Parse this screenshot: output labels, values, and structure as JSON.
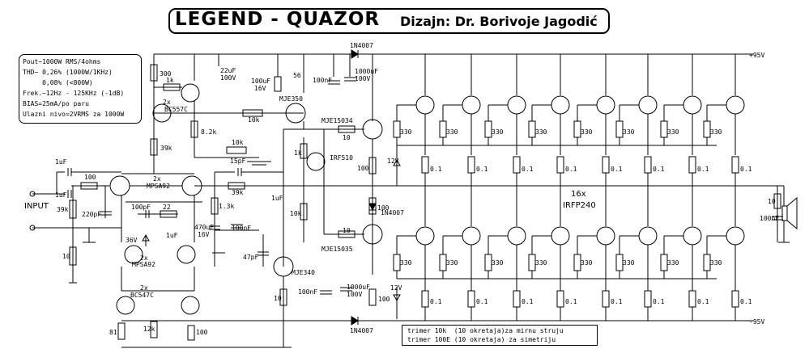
{
  "header": {
    "title": "LEGEND - QUAZOR",
    "designer": "Dizajn: Dr. Borivoje Jagodić"
  },
  "specs": [
    "Pout~1000W RMS/4ohms",
    "THD~ 0,26% (1000W/1KHz)",
    "     0,08% (<800W)",
    "Frek.~12Hz - 125KHz (-1dB)",
    "BIAS=25mA/po paru",
    "Ulazni nivo=2VRMS za 1000W"
  ],
  "notes": [
    "trimer 10k  (10 okretaja)za mirnu struju",
    "trimer 100E (10 okretaja) za simetriju"
  ],
  "rails": {
    "pos": "+95V",
    "neg": "-95V"
  },
  "labels": {
    "input": "INPUT",
    "output_stage": "16x",
    "output_part": "IRFP240",
    "q_inpair": "2x",
    "q_inpair_part": "MPSA92",
    "q_mirror": "2x",
    "q_mirror_part": "MPSA92",
    "q_ccs": "2x",
    "q_ccs_part": "BC557C",
    "q_bot": "2x",
    "q_bot_part": "BC547C",
    "q_vas_top": "MJE350",
    "q_vas_bot": "MJE340",
    "q_driver_top": "MJE15034",
    "q_driver_bot": "MJE15035",
    "q_bias": "IRF510",
    "d_top": "1N4007",
    "d_bot": "1N4007",
    "d_mid": "1N4007",
    "r_300": "300",
    "r_1k_a": "1k",
    "r_8k2": "8.2k",
    "r_39k_a": "39k",
    "r_10k_a": "10k",
    "r_10k_b": "10k",
    "r_56": "56",
    "c_22u": "22uF",
    "c_22u_v": "100V",
    "c_100u": "100uF",
    "c_100u_v": "16V",
    "c_100n_a": "100nF",
    "c_1000u_a": "1000uF",
    "c_1000u_a_v": "100V",
    "r_1k_b": "1k",
    "r_10_top": "10",
    "r_10_bot": "10",
    "r_100_a": "100",
    "r_100_b": "100",
    "r_100_c": "100",
    "z_12v_a": "12V",
    "z_12v_b": "12V",
    "c_15p": "15pF",
    "r_39k_b": "39k",
    "r_1k3": "1.3k",
    "c_470u": "470uF",
    "c_470u_v": "16V",
    "c_100n_b": "100nF",
    "c_1u_b": "1uF",
    "r_10k_c": "10k",
    "c_47p": "47pF",
    "c_1u_in1": "1uF",
    "c_1u_in2": "1uF",
    "r_100_in": "100",
    "r_39k_in": "39k",
    "c_220p": "220pF",
    "c_100p": "100pF",
    "r_22": "22",
    "z_36v": "36V",
    "c_1u_z": "1uF",
    "r_10_in": "10",
    "r_81": "81",
    "r_12k": "12k",
    "r_100_trim": "100",
    "r_10_bot2": "10",
    "c_100n_c": "100nF",
    "c_1000u_b": "1000uF",
    "c_1000u_b_v": "100V",
    "r_10_zob": "10",
    "c_100n_zob": "100nF",
    "gate_r": "330",
    "source_r": "0.1"
  }
}
